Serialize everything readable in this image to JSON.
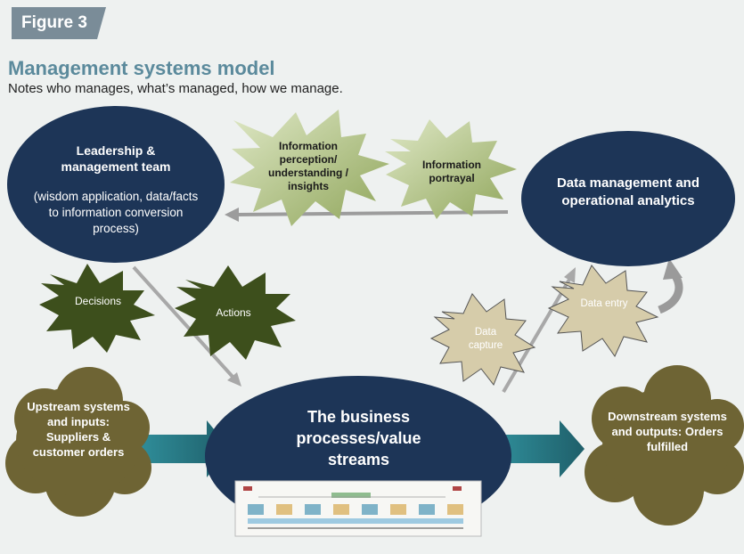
{
  "figure_tag": "Figure 3",
  "title": "Management systems model",
  "subtitle": "Notes who manages, what’s managed, how we manage.",
  "nodes": {
    "leadership": {
      "heading": "Leadership & management team",
      "detail": "(wisdom application, data/facts to information conversion process)"
    },
    "data_mgmt": {
      "label": "Data management and operational analytics"
    },
    "business": {
      "label": "The business processes/value streams"
    },
    "upstream": {
      "label": "Upstream systems and inputs: Suppliers & customer orders"
    },
    "downstream": {
      "label": "Downstream systems and outputs: Orders fulfilled"
    }
  },
  "bursts": {
    "info_perception": "Information perception/ understanding / insights",
    "info_portrayal": "Information portrayal",
    "decisions": "Decisions",
    "actions": "Actions",
    "data_capture": "Data capture",
    "data_entry": "Data entry"
  },
  "colors": {
    "navy": "#1d3557",
    "olive_cloud": "#6e6434",
    "teal_arrow": "#2d7a86",
    "title": "#5b8a9c",
    "tag": "#7a8c98"
  }
}
